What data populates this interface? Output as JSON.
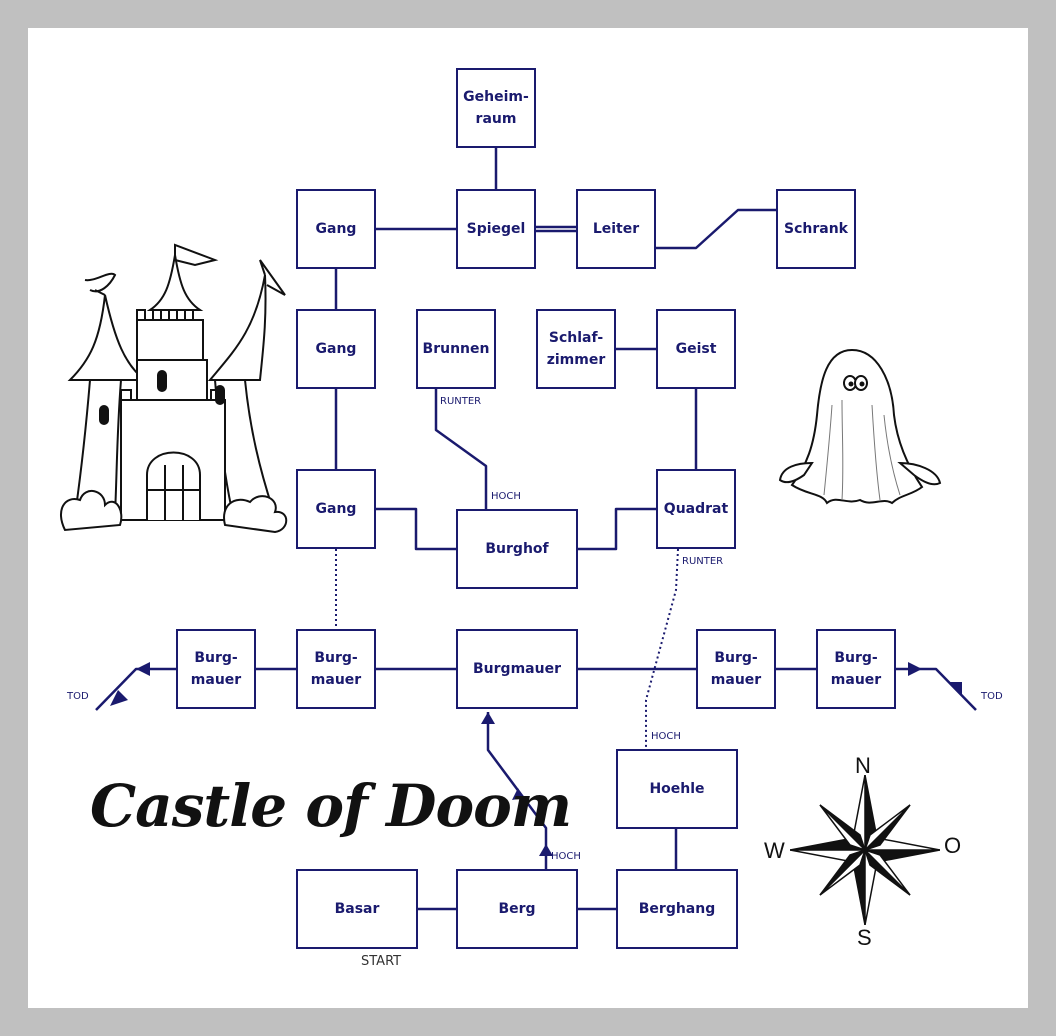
{
  "title": "Castle of Doom",
  "colors": {
    "ink": "#1a1a6e",
    "frame": "#c0c0c0",
    "paper": "#ffffff"
  },
  "rooms": {
    "geheimraum": "Geheim-\nraum",
    "gang_top": "Gang",
    "spiegel": "Spiegel",
    "leiter": "Leiter",
    "schrank": "Schrank",
    "gang_mid": "Gang",
    "brunnen": "Brunnen",
    "schlafzimmer": "Schlaf-\nzimmer",
    "geist": "Geist",
    "gang_low": "Gang",
    "quadrat": "Quadrat",
    "burghof": "Burghof",
    "burgmauer_far_left": "Burg-\nmauer",
    "burgmauer_left": "Burg-\nmauer",
    "burgmauer_center": "Burgmauer",
    "burgmauer_right": "Burg-\nmauer",
    "burgmauer_far_right": "Burg-\nmauer",
    "hoehle": "Hoehle",
    "basar": "Basar",
    "berg": "Berg",
    "berghang": "Berghang"
  },
  "labels": {
    "runter_brunnen": "RUNTER",
    "hoch_burghof": "HOCH",
    "runter_quadrat": "RUNTER",
    "hoch_hoehle": "HOCH",
    "hoch_berg": "HOCH",
    "tod_left": "TOD",
    "tod_right": "TOD",
    "start": "START"
  },
  "compass": {
    "n": "N",
    "s": "S",
    "w": "W",
    "o": "O"
  },
  "icons": {
    "castle": "castle-illustration",
    "ghost": "ghost-illustration",
    "compass": "compass-rose-icon"
  }
}
